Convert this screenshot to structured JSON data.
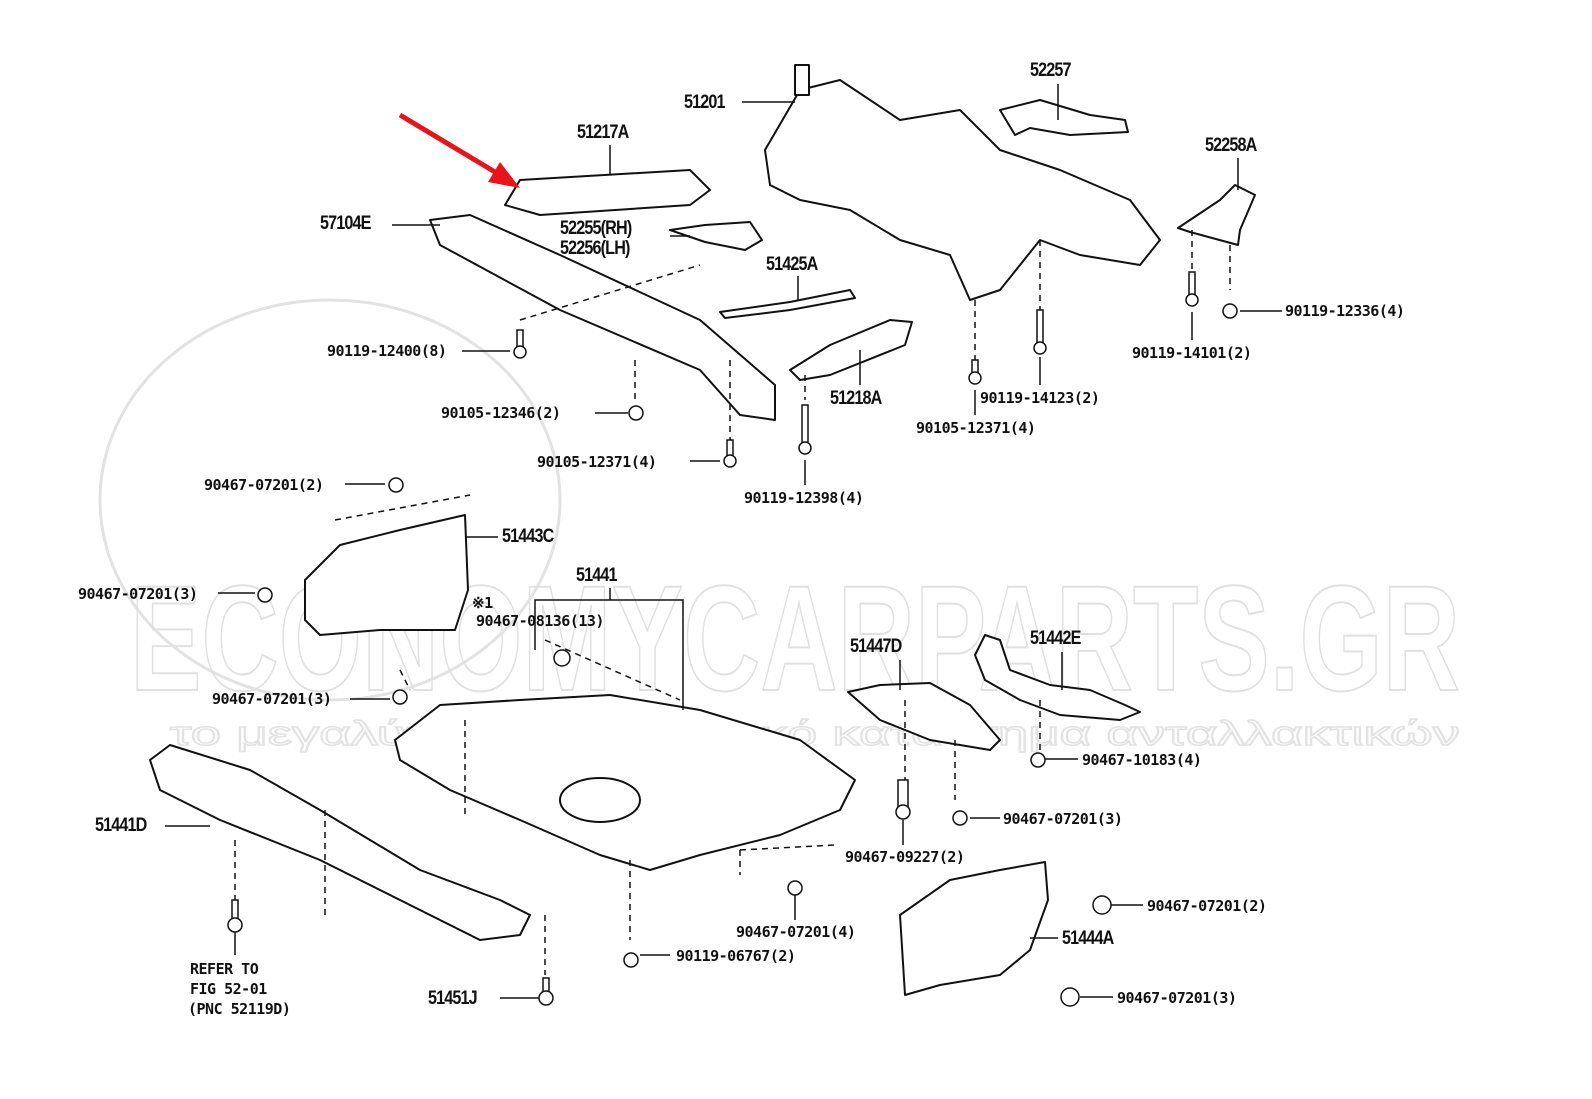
{
  "watermark": {
    "brand": "ECONOMYCARPARTS.GR",
    "tagline": "το μεγαλύτερο ηλεκτρονικό κατάστημα ανταλλακτικών"
  },
  "colors": {
    "arrow": "#e8141a",
    "ink": "#111111",
    "watermark": "#e4e4e4"
  },
  "labels": {
    "p51217A": "51217A",
    "p51201": "51201",
    "p52257": "52257",
    "p52258A": "52258A",
    "p57104E": "57104E",
    "p52255": "52255(RH)",
    "p52256": "52256(LH)",
    "p51425A": "51425A",
    "b90119_12336": "90119-12336(4)",
    "b90119_12400": "90119-12400(8)",
    "b90119_14101": "90119-14101(2)",
    "p51218A": "51218A",
    "b90119_14123": "90119-14123(2)",
    "b90105_12346": "90105-12346(2)",
    "b90105_12371a": "90105-12371(4)",
    "b90105_12371b": "90105-12371(4)",
    "b90119_12398": "90119-12398(4)",
    "c90467_07201_2a": "90467-07201(2)",
    "p51443C": "51443C",
    "p51441": "51441",
    "c90467_07201_3a": "90467-07201(3)",
    "note1": "※1",
    "c90467_08136": "90467-08136(13)",
    "p51447D": "51447D",
    "p51442E": "51442E",
    "c90467_07201_3b": "90467-07201(3)",
    "c90467_10183": "90467-10183(4)",
    "c90467_07201_3c": "90467-07201(3)",
    "p51441D": "51441D",
    "c90467_09227": "90467-09227(2)",
    "c90467_07201_2b": "90467-07201(2)",
    "c90467_07201_4": "90467-07201(4)",
    "p51444A": "51444A",
    "b90119_06767": "90119-06767(2)",
    "p51451J": "51451J",
    "c90467_07201_3d": "90467-07201(3)"
  },
  "refer": {
    "line1": "REFER TO",
    "line2": "FIG 52-01",
    "line3": "(PNC 52119D)"
  }
}
